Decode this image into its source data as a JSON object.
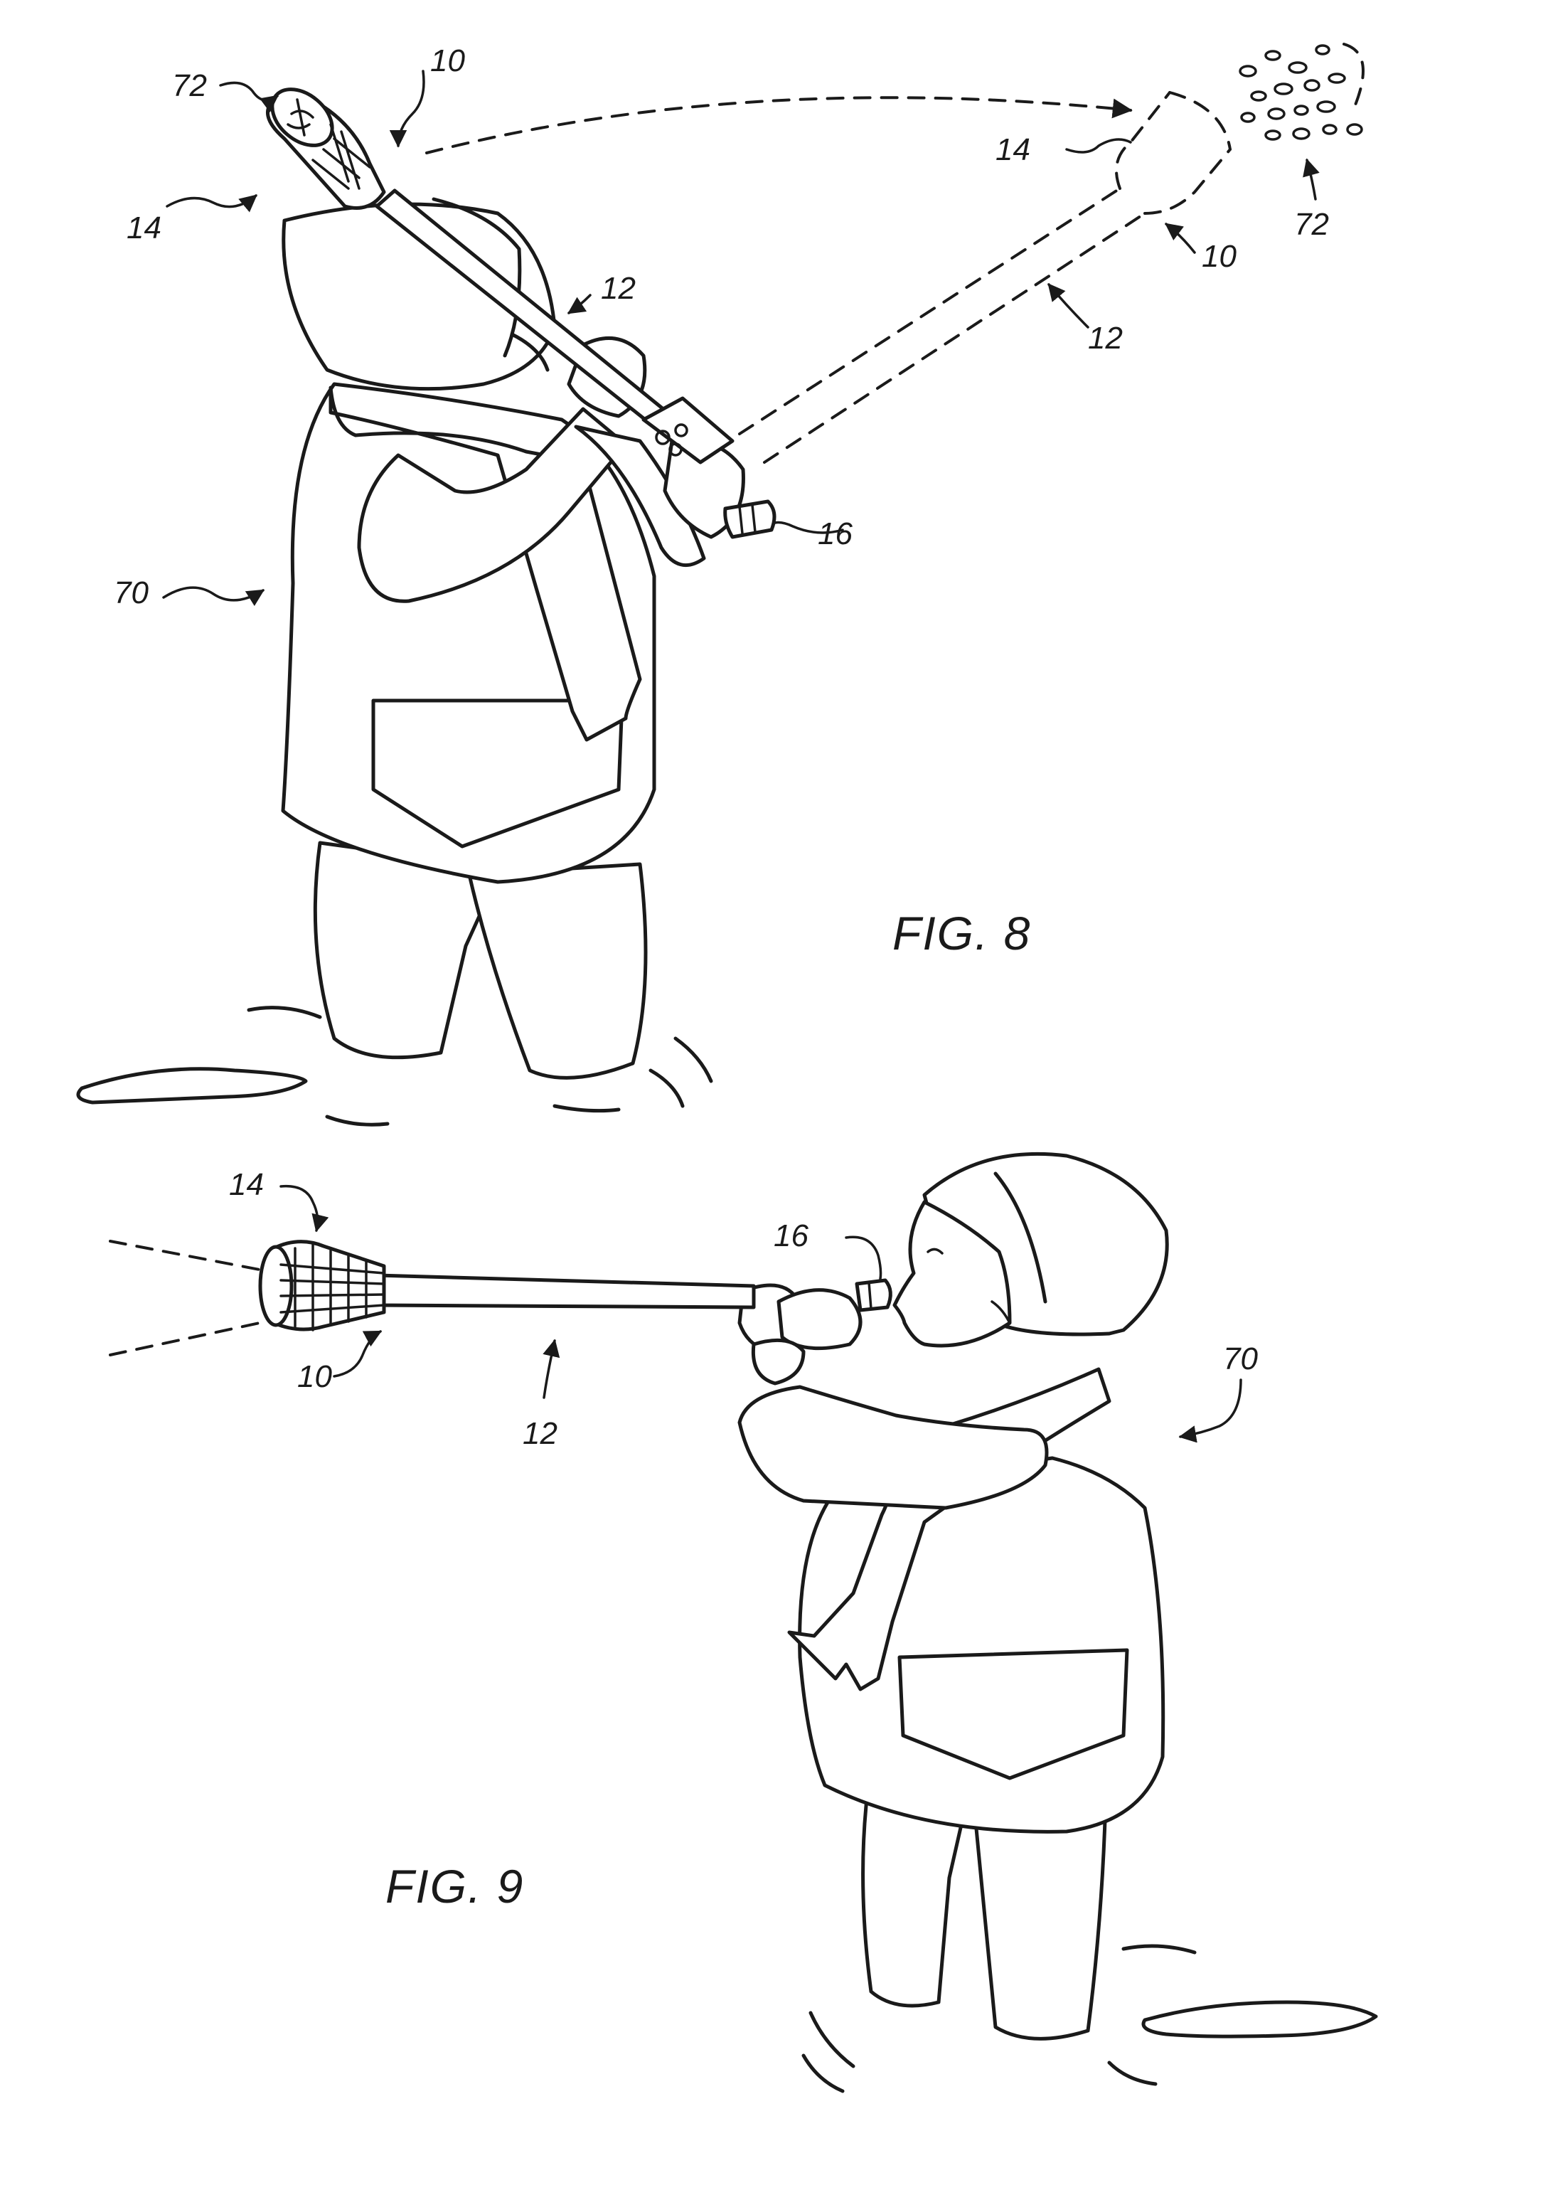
{
  "fig8": {
    "caption": "FIG. 8",
    "labels": {
      "r10a": "10",
      "r10b": "10",
      "r12a": "12",
      "r12b": "12",
      "r14a": "14",
      "r14b": "14",
      "r16": "16",
      "r70": "70",
      "r72a": "72",
      "r72b": "72"
    }
  },
  "fig9": {
    "caption": "FIG. 9",
    "labels": {
      "r10": "10",
      "r12": "12",
      "r14": "14",
      "r16": "16",
      "r70": "70"
    }
  }
}
